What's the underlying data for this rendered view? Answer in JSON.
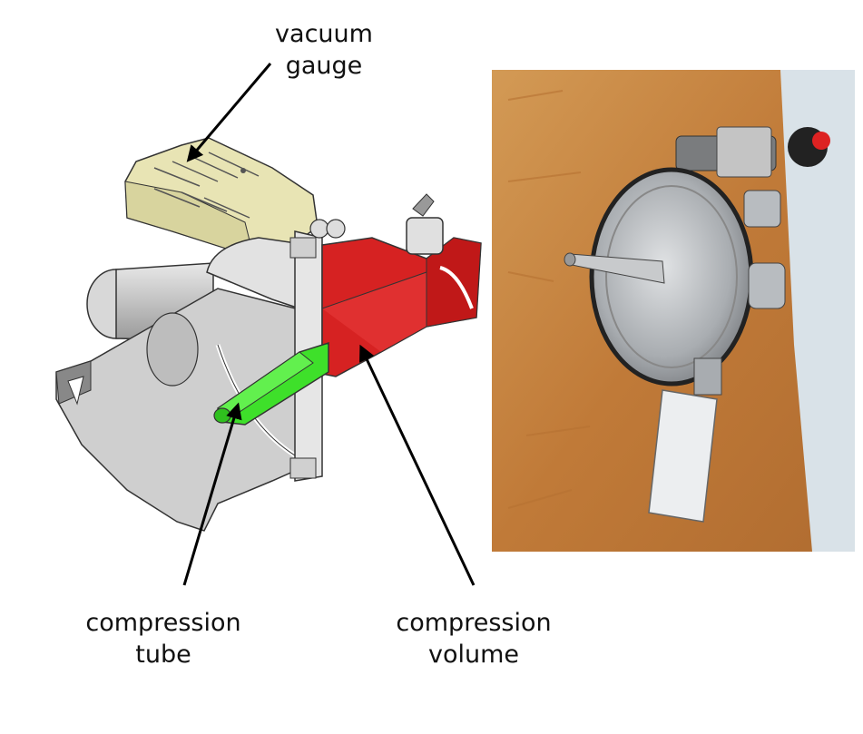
{
  "labels": {
    "vacuum_gauge": [
      "vacuum",
      "gauge"
    ],
    "compression_tube": [
      "compression",
      "tube"
    ],
    "compression_volume": [
      "compression",
      "volume"
    ]
  },
  "colors": {
    "gauge_body": "#e6e2b0",
    "chamber_grey": "#c9c9c9",
    "compression_volume": "#d42020",
    "compression_tube": "#3ee02a",
    "wood": "#c8843e",
    "steel": "#b8bcc0",
    "arrow": "#000000"
  }
}
